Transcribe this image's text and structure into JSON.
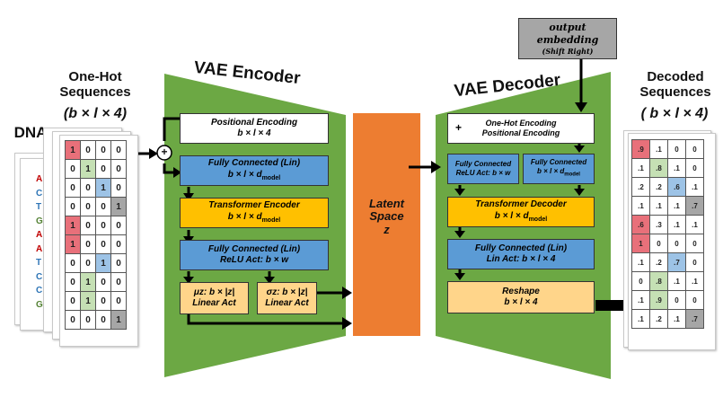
{
  "labels": {
    "dna": "DNA",
    "one_hot_title": "One-Hot\nSequences",
    "one_hot_dims": "(b × l × 4)",
    "encoder_title": "VAE Encoder",
    "decoder_title": "VAE Decoder",
    "decoded_title": "Decoded\nSequences",
    "decoded_dims": "( b × l × 4)",
    "plus": "+",
    "latent": "Latent\nSpace\nz"
  },
  "dna_sequence": [
    "A",
    "C",
    "T",
    "G",
    "A",
    "A",
    "T",
    "C",
    "C",
    "G"
  ],
  "encoder_boxes": {
    "positional": {
      "title": "Positional Encoding",
      "dims": "b × l × 4"
    },
    "fc1": {
      "title": "Fully Connected (Lin)",
      "dims": "b × l × d",
      "sub": "model"
    },
    "transformer": {
      "title": "Transformer Encoder",
      "dims": "b × l × d",
      "sub": "model"
    },
    "fc2": {
      "title": "Fully Connected (Lin)",
      "dims": "ReLU Act: b × w"
    },
    "mu": {
      "title": "μz: b × |z|",
      "dims": "Linear Act"
    },
    "sigma": {
      "title": "σz: b × |z|",
      "dims": "Linear Act"
    }
  },
  "decoder_boxes": {
    "output_embedding": {
      "l1": "output",
      "l2": "embedding",
      "l3": "(Shift Right)"
    },
    "onehot_pos": {
      "l1": "One-Hot Encoding",
      "l2": "Positional Encoding"
    },
    "fc_relu": {
      "l1": "Fully Connected",
      "l2": "ReLU Act: b × w"
    },
    "fc_model": {
      "l1": "Fully Connected",
      "l2": "b × l × d",
      "sub": "model"
    },
    "transformer": {
      "title": "Transformer Decoder",
      "dims": "b × l × d",
      "sub": "model"
    },
    "fc_lin": {
      "title": "Fully Connected (Lin)",
      "dims": "Lin Act: b × l × 4"
    },
    "reshape": {
      "title": "Reshape",
      "dims": "b × l × 4"
    }
  },
  "one_hot_matrix": [
    [
      "1",
      "0",
      "0",
      "0"
    ],
    [
      "0",
      "1",
      "0",
      "0"
    ],
    [
      "0",
      "0",
      "1",
      "0"
    ],
    [
      "0",
      "0",
      "0",
      "1"
    ],
    [
      "1",
      "0",
      "0",
      "0"
    ],
    [
      "1",
      "0",
      "0",
      "0"
    ],
    [
      "0",
      "0",
      "1",
      "0"
    ],
    [
      "0",
      "1",
      "0",
      "0"
    ],
    [
      "0",
      "1",
      "0",
      "0"
    ],
    [
      "0",
      "0",
      "0",
      "1"
    ]
  ],
  "decoded_matrix": [
    [
      ".9",
      ".1",
      "0",
      "0"
    ],
    [
      ".1",
      ".8",
      ".1",
      "0"
    ],
    [
      ".2",
      ".2",
      ".6",
      ".1"
    ],
    [
      ".1",
      ".1",
      ".1",
      ".7"
    ],
    [
      ".6",
      ".3",
      ".1",
      ".1"
    ],
    [
      "1",
      "0",
      "0",
      "0"
    ],
    [
      ".1",
      ".2",
      ".7",
      "0"
    ],
    [
      "0",
      ".8",
      ".1",
      ".1"
    ],
    [
      ".1",
      ".9",
      "0",
      "0"
    ],
    [
      ".1",
      ".2",
      ".1",
      ".7"
    ]
  ],
  "colors": {
    "green": "#6ca844",
    "orange": "#ed7d31",
    "blue": "#5b9bd5",
    "gold": "#ffc000",
    "peach": "#ffd58a",
    "gray_box": "#a6a6a6",
    "cell_red": "#e8707a",
    "cell_green": "#c5e0b4",
    "cell_blue": "#9dc3e6",
    "cell_gray": "#a6a6a6",
    "dna_A": "#c00000",
    "dna_C": "#2e75b6",
    "dna_T": "#2e75b6",
    "dna_G": "#548235"
  }
}
